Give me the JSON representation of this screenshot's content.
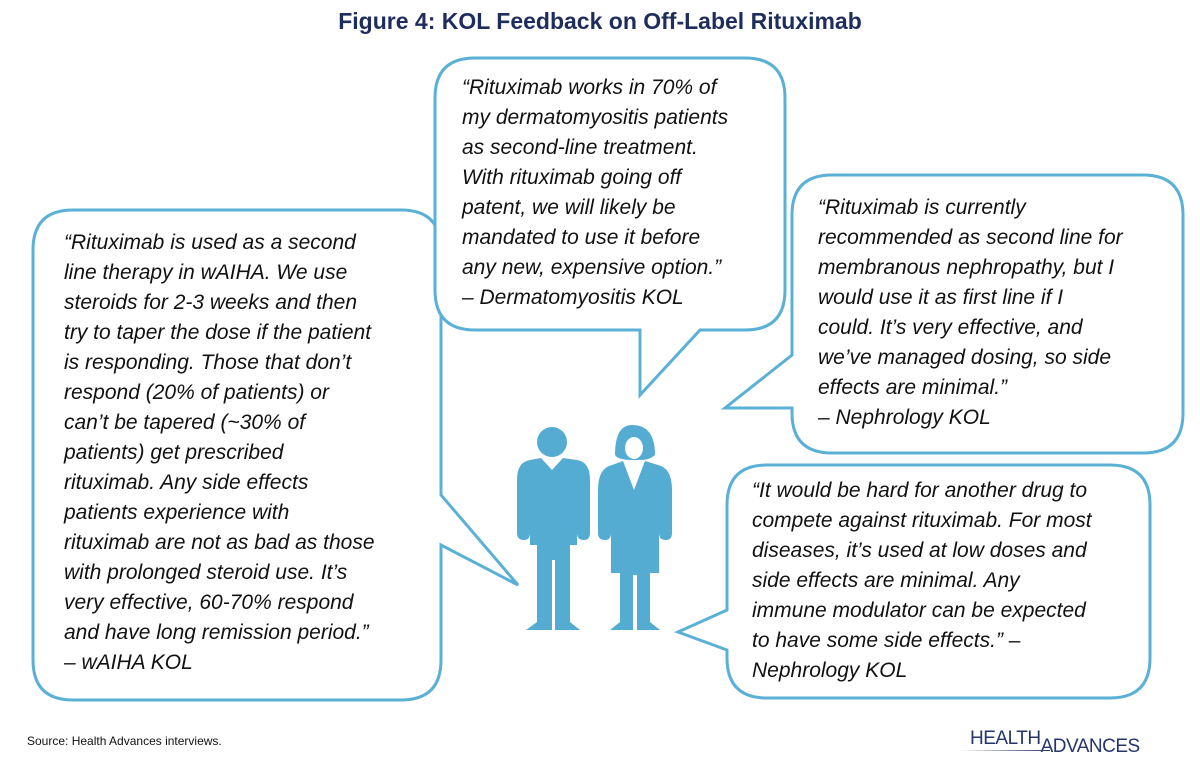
{
  "title": "Figure 4: KOL Feedback on Off-Label Rituximab",
  "colors": {
    "bubble_stroke": "#5bb0d6",
    "figure_fill": "#55acd2",
    "title": "#1f2d5c"
  },
  "quotes": {
    "waiha": [
      "“Rituximab is used as a second",
      "line therapy in wAIHA. We use",
      "steroids for 2-3 weeks and then",
      "try to taper the dose if the patient",
      "is responding. Those that don’t",
      "respond (20% of patients) or",
      "can’t be tapered (~30% of",
      "patients) get prescribed",
      "rituximab. Any side effects",
      "patients experience with",
      "rituximab are not as bad as those",
      "with prolonged steroid use. It’s",
      "very effective, 60-70% respond",
      "and have long remission period.”",
      "– wAIHA KOL"
    ],
    "derm": [
      "“Rituximab works in 70% of",
      "my dermatomyositis patients",
      "as second-line treatment.",
      "With rituximab going off",
      "patent, we will likely be",
      "mandated to use it before",
      "any new, expensive option.”",
      "– Dermatomyositis KOL"
    ],
    "nephro1": [
      "“Rituximab is currently",
      "recommended as second line for",
      "membranous nephropathy, but I",
      "would use it as first line if I",
      "could. It’s very effective, and",
      "we’ve managed dosing, so side",
      "effects are minimal.”",
      "– Nephrology KOL"
    ],
    "nephro2": [
      "“It would be hard for another drug to",
      "compete against rituximab. For most",
      "diseases, it’s used at low doses and",
      "side effects are minimal. Any",
      "immune modulator can be expected",
      "to have some side effects.” –",
      "Nephrology KOL"
    ]
  },
  "source": "Source:  Health Advances interviews.",
  "logo": {
    "word1": "HEALTH",
    "word2": "ADVANCES"
  }
}
